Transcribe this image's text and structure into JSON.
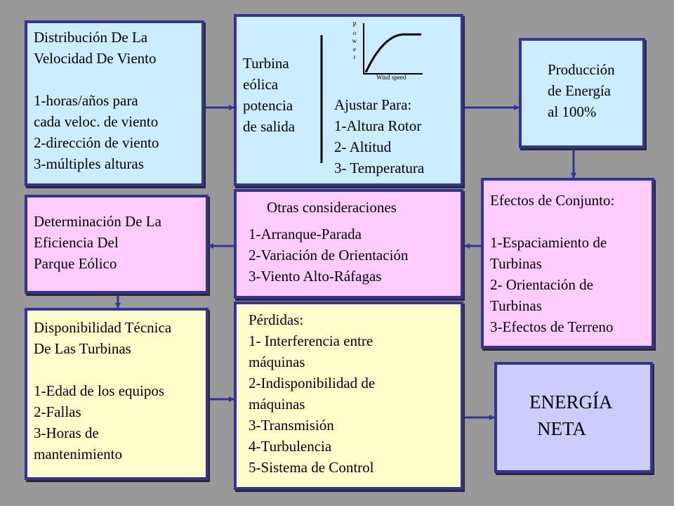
{
  "wind_distribution": {
    "title_lines": [
      "Distribución De La",
      "Velocidad De Viento"
    ],
    "items": [
      "1-horas/años para",
      "cada veloc. de viento",
      "2-dirección de viento",
      "3-múltiples alturas"
    ]
  },
  "turbine": {
    "label_lines": [
      "Turbina",
      "eólica",
      "potencia",
      "de salida"
    ],
    "adjust_title": "Ajustar Para:",
    "adjust_items": [
      "1-Altura Rotor",
      "2- Altitud",
      "3- Temperatura"
    ],
    "mini_chart": {
      "ylabel_letters": [
        "P",
        "o",
        "w",
        "e",
        "r"
      ],
      "xlabel": "Wind speed"
    }
  },
  "production": {
    "lines": [
      "Producción",
      "de Energía",
      "al 100%"
    ]
  },
  "array_effects": {
    "title": "Efectos de Conjunto:",
    "items": [
      "1-Espaciamiento de",
      "Turbinas",
      "2- Orientación de",
      "Turbinas",
      "3-Efectos de Terreno"
    ]
  },
  "other_considerations": {
    "title": "Otras consideraciones",
    "items": [
      "1-Arranque-Parada",
      "2-Variación de Orientación",
      "3-Viento Alto-Ráfagas"
    ]
  },
  "efficiency": {
    "lines": [
      "Determinación De La",
      "Eficiencia Del",
      "Parque Eólico"
    ]
  },
  "availability": {
    "title_lines": [
      "Disponibilidad Técnica",
      "De Las Turbinas"
    ],
    "items": [
      "1-Edad de los equipos",
      "2-Fallas",
      "3-Horas de",
      "mantenimiento"
    ]
  },
  "losses": {
    "title": "Pérdidas:",
    "items": [
      "1- Interferencia entre",
      "máquinas",
      "2-Indisponibilidad de",
      "máquinas",
      "3-Transmisión",
      "4-Turbulencia",
      "5-Sistema de Control"
    ]
  },
  "net_energy": {
    "lines": [
      "ENERGÍA",
      "NETA"
    ]
  },
  "colors": {
    "background": "#999999",
    "border": "#333399",
    "blue_box": "#ccecff",
    "pink_box": "#ffccff",
    "yellow_box": "#ffffcc",
    "lavender_box": "#ccccff"
  }
}
